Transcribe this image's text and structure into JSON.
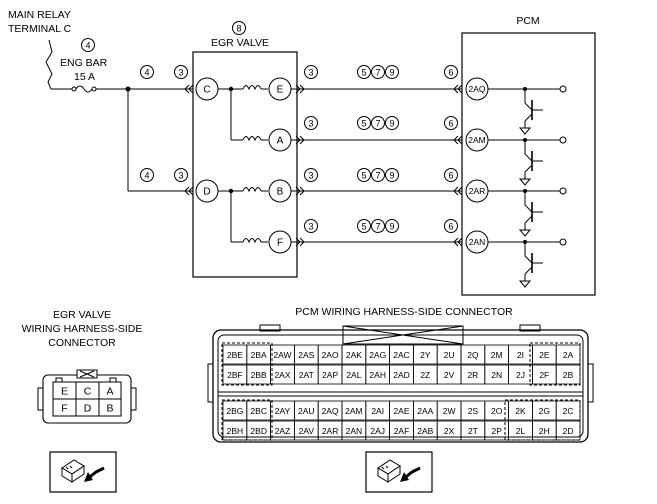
{
  "relay": {
    "line1": "MAIN RELAY",
    "line2": "TERMINAL C"
  },
  "fuse": {
    "note": "4",
    "line1": "ENG BAR",
    "line2": "15 A"
  },
  "egr": {
    "note": "8",
    "title": "EGR VALVE"
  },
  "pcm": {
    "title": "PCM"
  },
  "wire_notes": {
    "a": "4",
    "b": "3",
    "c": "6",
    "d": "5",
    "e": "7",
    "f": "9"
  },
  "egr_nodes": {
    "c": "C",
    "d": "D",
    "e": "E",
    "a": "A",
    "b": "B",
    "f": "F"
  },
  "pcm_terms": [
    "2AQ",
    "2AM",
    "2AR",
    "2AN"
  ],
  "egr_connector": {
    "title": [
      "EGR VALVE",
      "WIRING HARNESS-SIDE",
      "CONNECTOR"
    ],
    "row1": [
      "E",
      "C",
      "A"
    ],
    "row2": [
      "F",
      "D",
      "B"
    ]
  },
  "pcm_connector": {
    "title": "PCM WIRING HARNESS-SIDE CONNECTOR",
    "rows": [
      [
        "2BE",
        "2BA",
        "2AW",
        "2AS",
        "2AO",
        "2AK",
        "2AG",
        "2AC",
        "2Y",
        "2U",
        "2Q",
        "2M",
        "2I",
        "2E",
        "2A"
      ],
      [
        "2BF",
        "2BB",
        "2AX",
        "2AT",
        "2AP",
        "2AL",
        "2AH",
        "2AD",
        "2Z",
        "2V",
        "2R",
        "2N",
        "2J",
        "2F",
        "2B"
      ],
      [
        "2BG",
        "2BC",
        "2AY",
        "2AU",
        "2AQ",
        "2AM",
        "2AI",
        "2AE",
        "2AA",
        "2W",
        "2S",
        "2O",
        "2K",
        "2G",
        "2C"
      ],
      [
        "2BH",
        "2BD",
        "2AZ",
        "2AV",
        "2AR",
        "2AN",
        "2AJ",
        "2AF",
        "2AB",
        "2X",
        "2T",
        "2P",
        "2L",
        "2H",
        "2D"
      ]
    ]
  }
}
